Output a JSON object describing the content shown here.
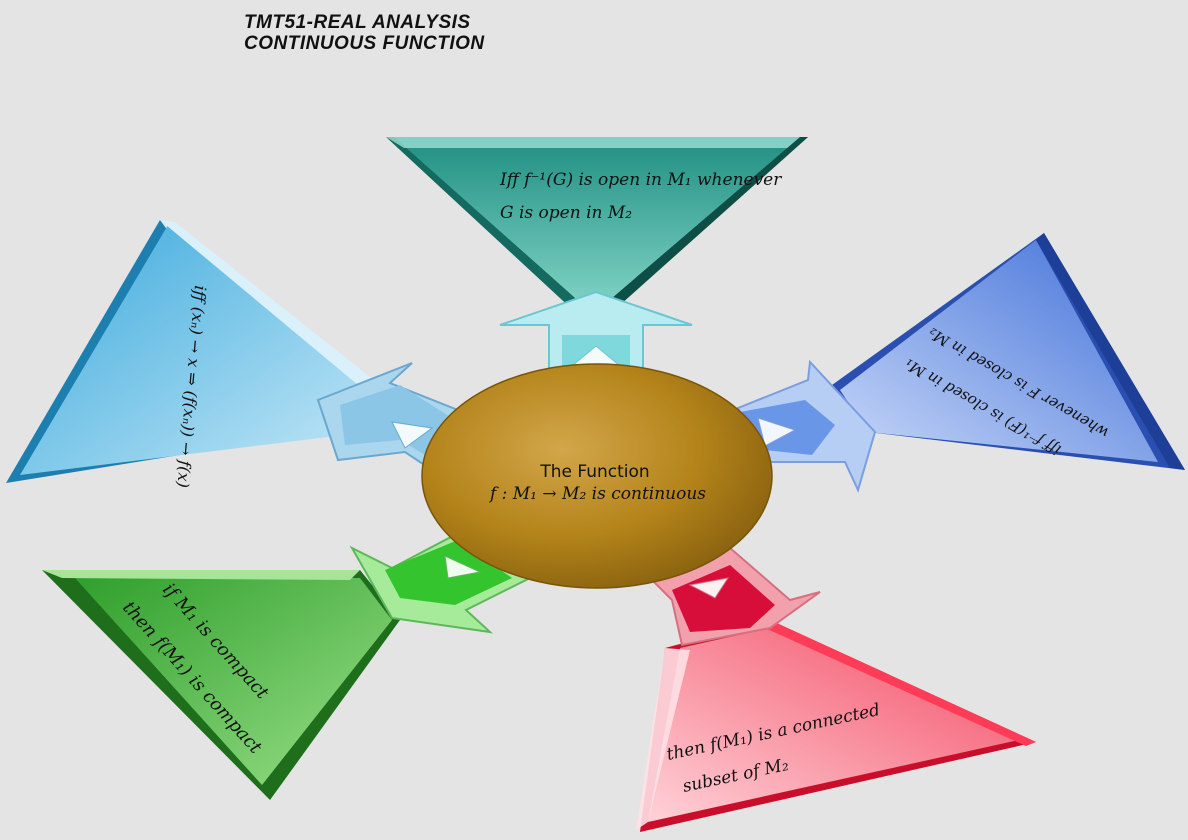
{
  "title": {
    "line1": "TMT51-REAL ANALYSIS",
    "line2": "CONTINUOUS FUNCTION"
  },
  "center": {
    "heading": "The Function",
    "statement": "f : M₁ → M₂ is continuous"
  },
  "conditions": {
    "top": {
      "line1": "Iff f⁻¹(G) is open in M₁ whenever",
      "line2": "G is open in M₂",
      "color": "#2a9c8c"
    },
    "left": {
      "line1": "iff (xₙ) → x ⇒ (f(xₙ)) → f(x)",
      "color": "#4fb8e4"
    },
    "right": {
      "line1": "iff f⁻¹(F) is closed in M₁",
      "line2": "whenever F is closed in M₂",
      "color": "#5b86e0"
    },
    "bottom_left": {
      "line1": "if M₁ is compact",
      "line2": "then f(M₁) is compact",
      "color": "#3fb33c"
    },
    "bottom_right": {
      "line1": "then f(M₁) is a connected",
      "line2": "subset of M₂",
      "color": "#f06074"
    }
  }
}
